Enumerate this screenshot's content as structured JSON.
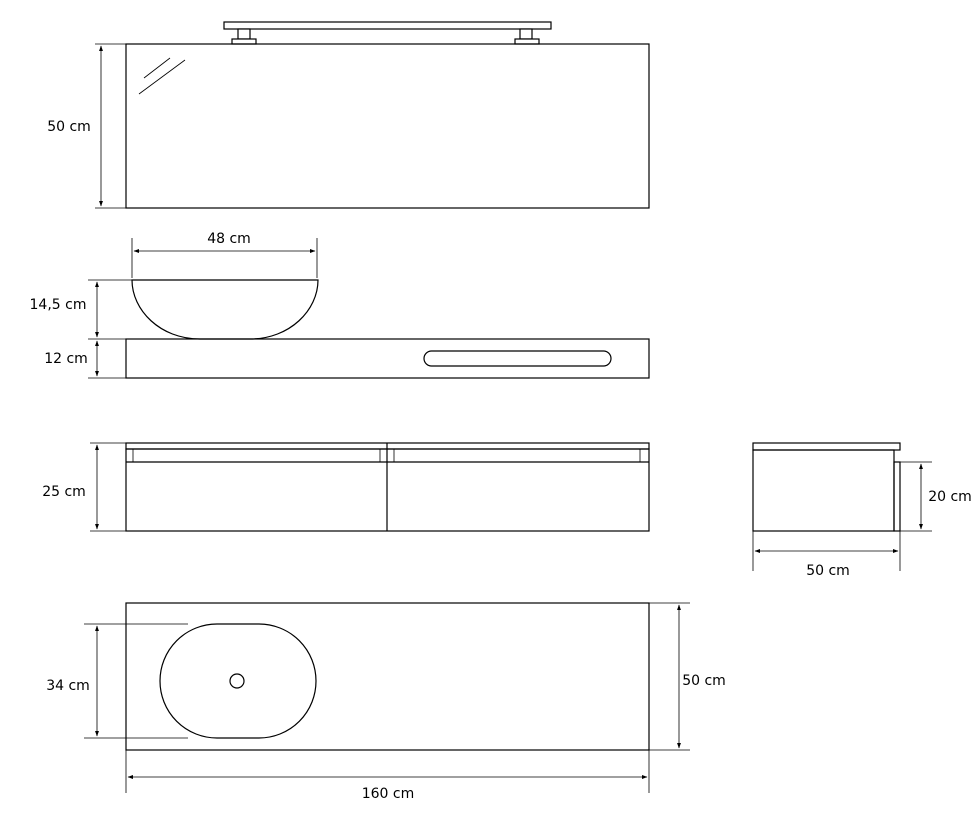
{
  "dimensions": {
    "mirror_height": "50 cm",
    "basin_width": "48 cm",
    "basin_height": "14,5 cm",
    "countertop_height": "12 cm",
    "cabinet_height": "25 cm",
    "side_cabinet_height": "20 cm",
    "side_cabinet_width": "50 cm",
    "basin_depth": "34 cm",
    "top_depth": "50 cm",
    "top_width": "160 cm"
  }
}
